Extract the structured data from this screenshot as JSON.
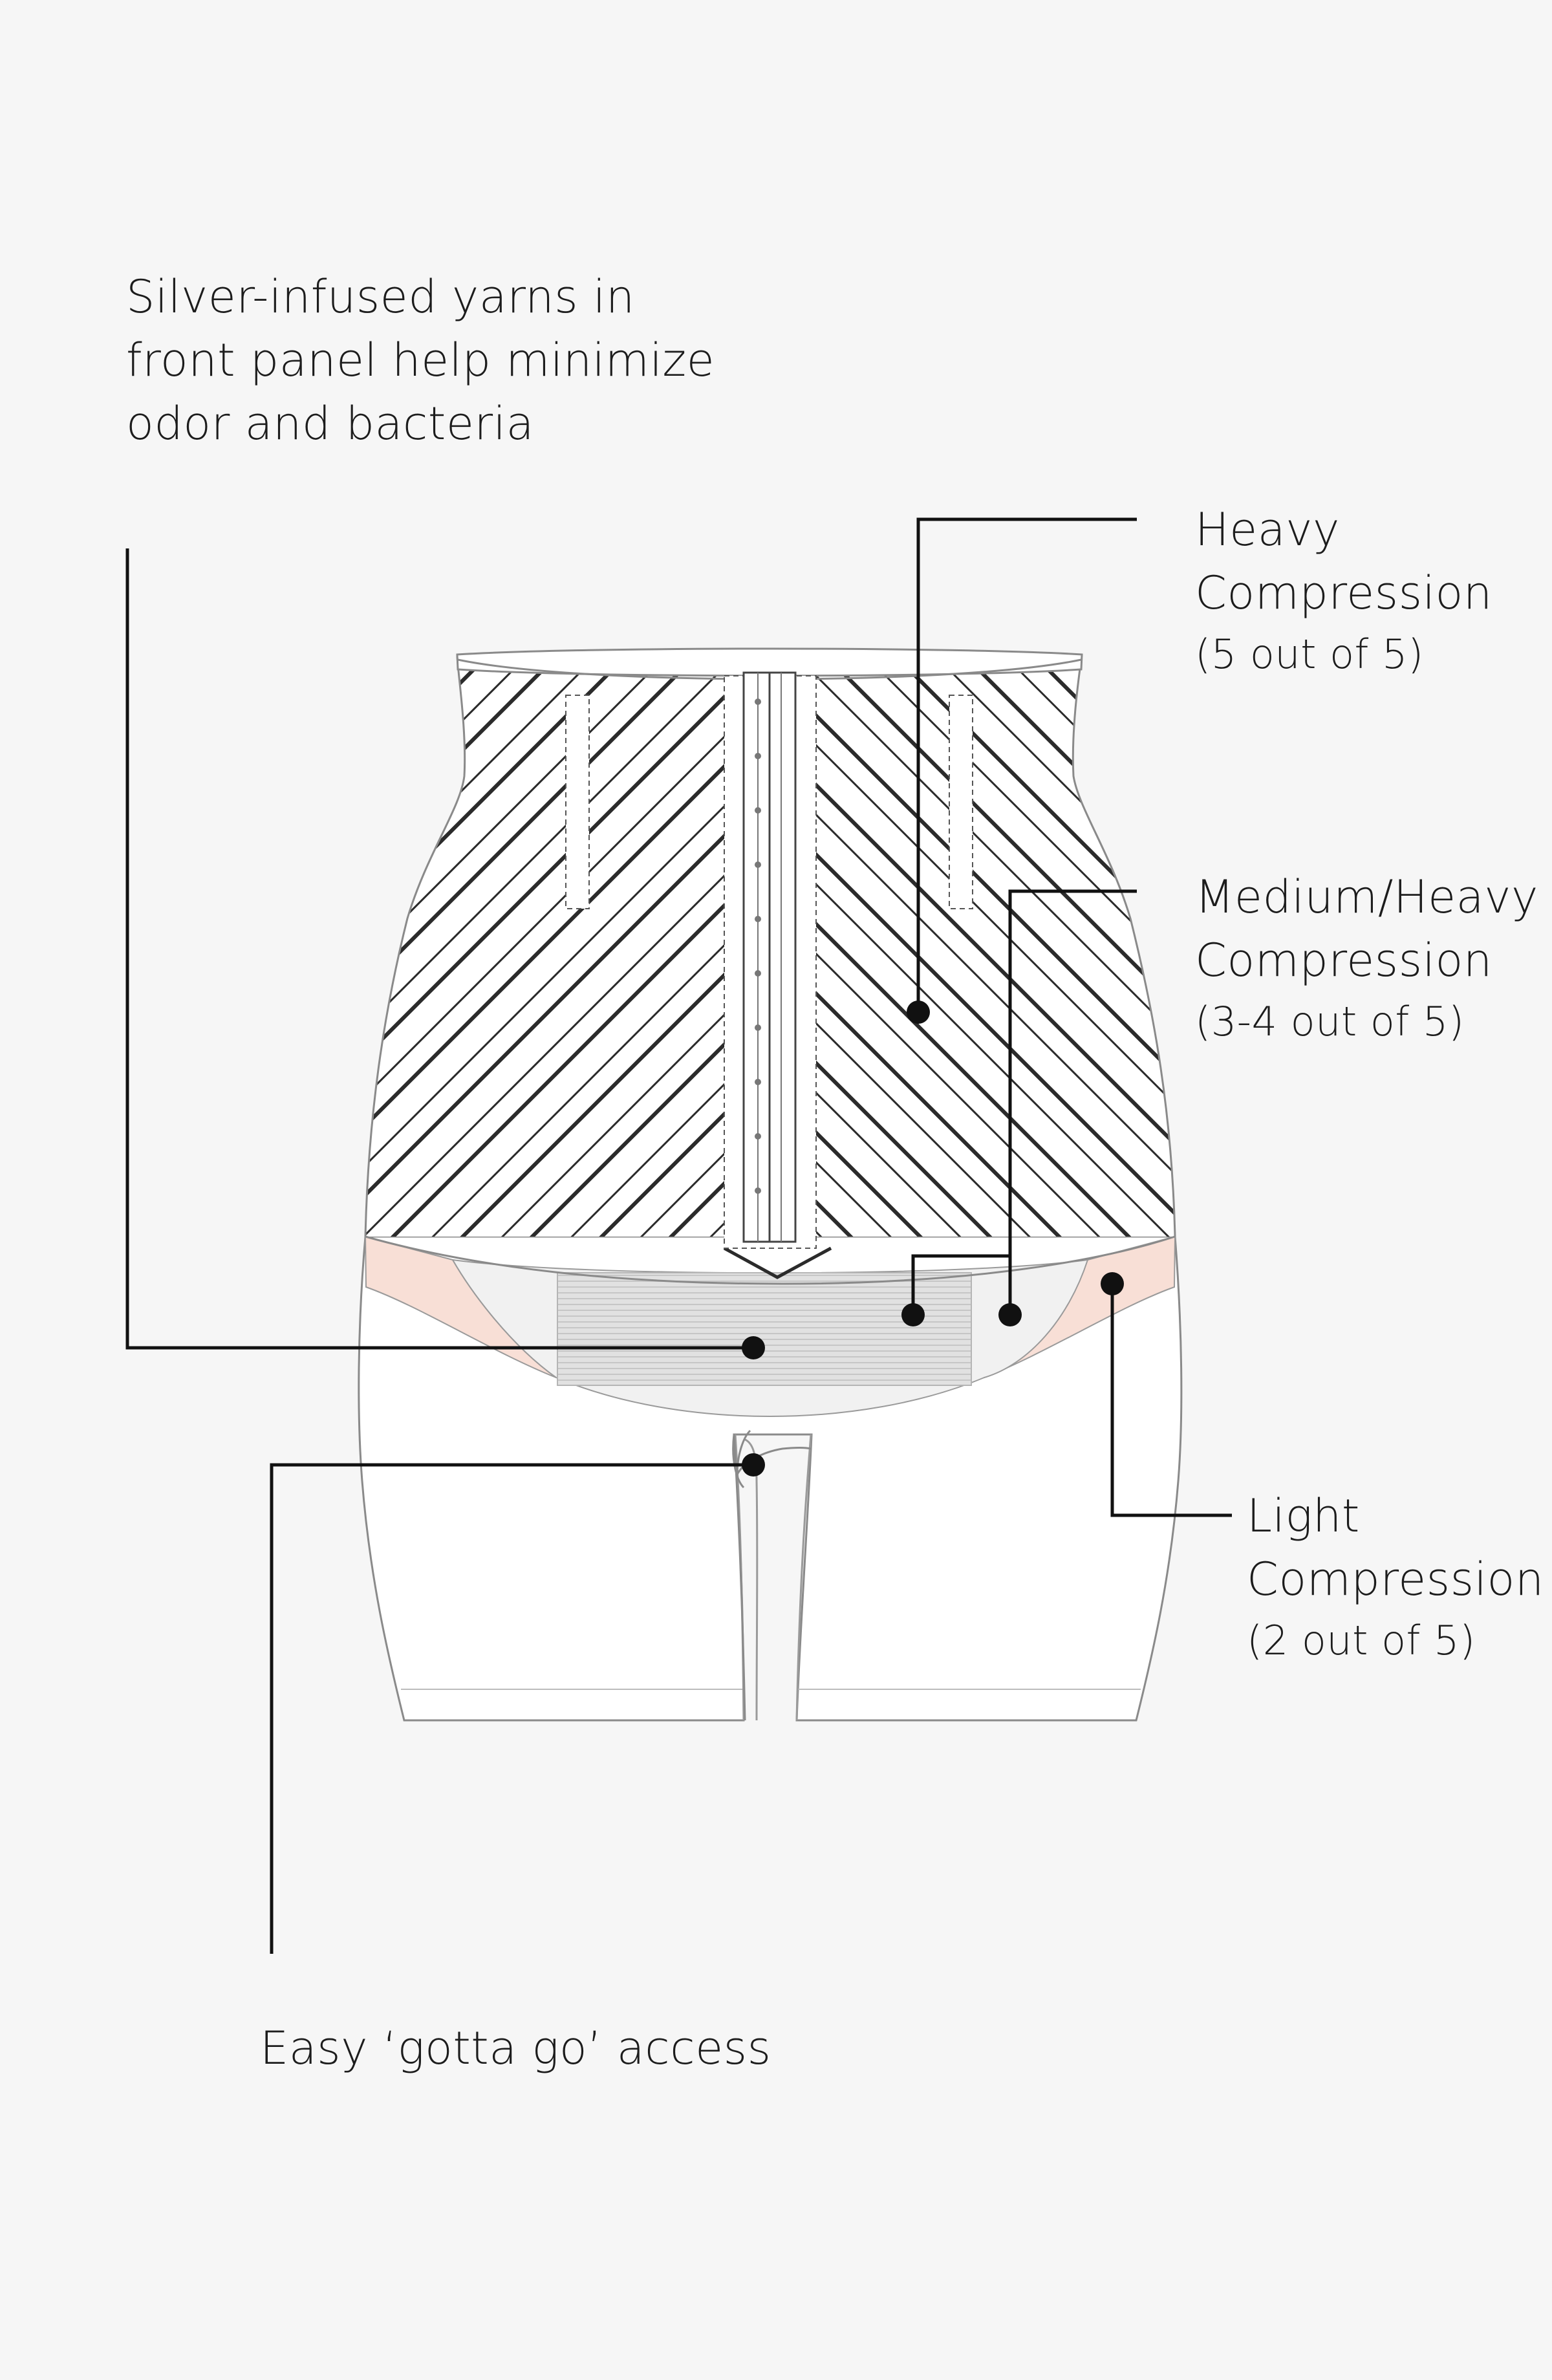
{
  "callouts": {
    "silver": {
      "lines": [
        "Silver-infused yarns in",
        "front panel help minimize",
        "odor and bacteria"
      ]
    },
    "heavy": {
      "lines": [
        "Heavy",
        "Compression"
      ],
      "rating": "(5 out of 5)"
    },
    "medium_heavy": {
      "lines": [
        "Medium/Heavy",
        "Compression"
      ],
      "rating": "(3-4 out of 5)"
    },
    "light": {
      "lines": [
        "Light",
        "Compression"
      ],
      "rating": "(2 out of 5)"
    },
    "access": {
      "lines": [
        "Easy ‘gotta go’ access"
      ]
    }
  },
  "colors": {
    "background": "#f6f6f6",
    "outline": "#8a8a8a",
    "stripe": "#2b2b2b",
    "light_zone": "#f8dfd6",
    "medium_zone": "#f0f0f0",
    "silver_panel": "#dcdcdc",
    "leader": "#111111"
  },
  "icons": {
    "marker": "dot-icon",
    "closure": "hook-eye-closure-icon"
  }
}
